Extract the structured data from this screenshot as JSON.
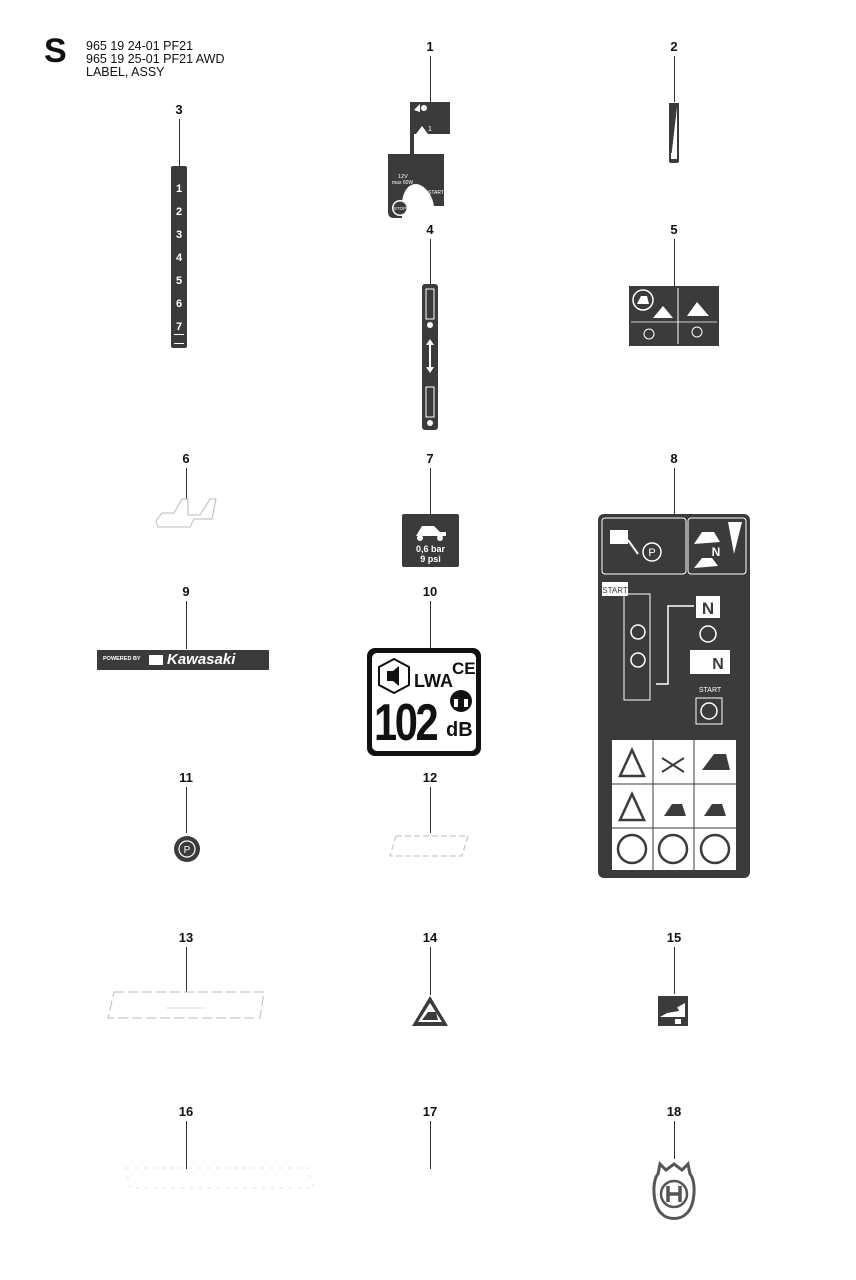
{
  "header": {
    "section_letter": "S",
    "lines": [
      "965 19 24-01 PF21",
      "965 19 25-01 PF21 AWD",
      "LABEL, ASSY"
    ]
  },
  "parts": [
    {
      "num": "1"
    },
    {
      "num": "2"
    },
    {
      "num": "3"
    },
    {
      "num": "4"
    },
    {
      "num": "5"
    },
    {
      "num": "6"
    },
    {
      "num": "7"
    },
    {
      "num": "8"
    },
    {
      "num": "9"
    },
    {
      "num": "10"
    },
    {
      "num": "11"
    },
    {
      "num": "12"
    },
    {
      "num": "13"
    },
    {
      "num": "14"
    },
    {
      "num": "15"
    },
    {
      "num": "16"
    },
    {
      "num": "17"
    },
    {
      "num": "18"
    }
  ],
  "label1": {
    "top": "1",
    "voltage": "12V",
    "watts": "max 60W",
    "start": "START",
    "stop": "STOP"
  },
  "label3": {
    "digits": [
      "1",
      "2",
      "3",
      "4",
      "5",
      "6",
      "7"
    ]
  },
  "label7": {
    "pressure_bar": "0,6 bar",
    "pressure_psi": "9 psi"
  },
  "label8": {
    "n": "N",
    "start_top": "START",
    "start_bottom": "START"
  },
  "label9": {
    "powered_by": "POWERED BY",
    "brand": "Kawasaki"
  },
  "label10": {
    "lwa": "LWA",
    "ce": "CE",
    "level": "102",
    "unit": "dB"
  },
  "colors": {
    "label_dark": "#3b3b3b",
    "line": "#333333",
    "paper": "#ffffff"
  }
}
